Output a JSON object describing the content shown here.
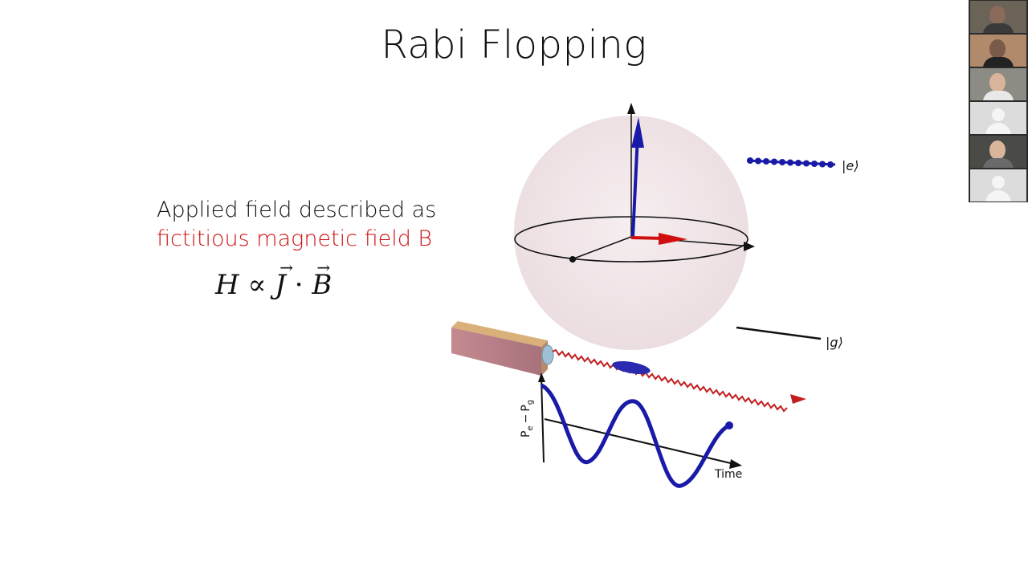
{
  "slide": {
    "title": "Rabi Flopping",
    "text_line1": "Applied field described as",
    "text_line2": "fictitious magnetic field B",
    "equation": {
      "H": "H",
      "prop": "∝",
      "J": "J",
      "dot": "·",
      "B": "B"
    },
    "figure": {
      "state_excited": "|e⟩",
      "state_ground": "|g⟩",
      "axis_time": "Time",
      "axis_pe": "P",
      "axis_pe_sub_e": "e",
      "axis_minus": "−",
      "axis_pg": "P",
      "axis_pg_sub_g": "g"
    }
  },
  "participants": {
    "count": 6
  },
  "colors": {
    "accent_red": "#d01010",
    "vector_blue": "#1a1aa8",
    "sphere_fill": "#f1e6e8"
  }
}
